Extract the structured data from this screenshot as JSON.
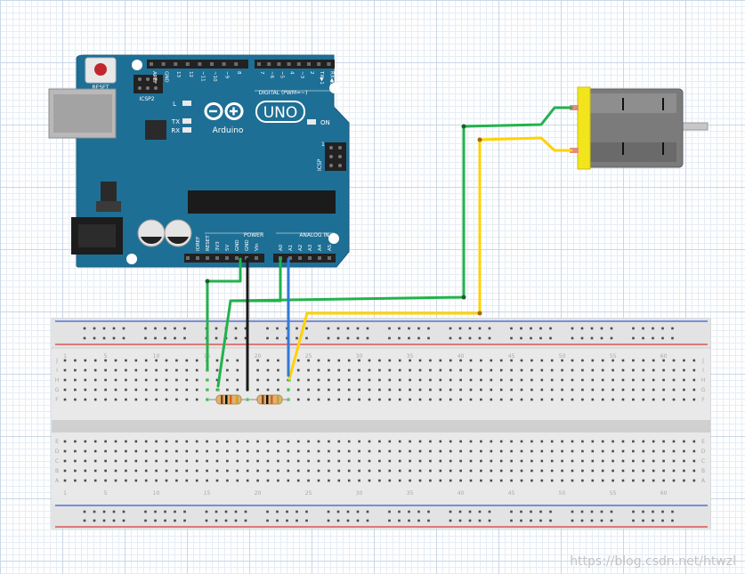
{
  "arduino": {
    "reset_label": "RESET",
    "icsp2_label": "ICSP2",
    "icsp_label": "ICSP",
    "brand_uno": "UNO",
    "brand_name": "Arduino",
    "led_l": "L",
    "led_tx": "TX",
    "led_rx": "RX",
    "led_on": "ON",
    "icsp_pin1": "1",
    "digital_header_label": "DIGITAL (PWM=~)",
    "power_header_label": "POWER",
    "analog_header_label": "ANALOG IN",
    "top_left_pins": [
      "AREF",
      "GND",
      "13",
      "12",
      "~11",
      "~10",
      "~9",
      "8"
    ],
    "top_right_pins": [
      "7",
      "~6",
      "~5",
      "4",
      "~3",
      "2",
      "TX▶1",
      "RX◀0"
    ],
    "power_pins": [
      "IOREF",
      "RESET",
      "3V3",
      "5V",
      "GND",
      "GND",
      "Vin"
    ],
    "analog_pins": [
      "A0",
      "A1",
      "A2",
      "A3",
      "A4",
      "A5"
    ]
  },
  "breadboard": {
    "row_letters_top": [
      "J",
      "I",
      "H",
      "G",
      "F"
    ],
    "row_letters_bottom": [
      "E",
      "D",
      "C",
      "B",
      "A"
    ],
    "column_numbers": [
      "1",
      "5",
      "10",
      "15",
      "20",
      "25",
      "30",
      "35",
      "40",
      "45",
      "50",
      "55",
      "60"
    ]
  },
  "colors": {
    "board": "#1e6f95",
    "wire_green": "#22b24c",
    "wire_yellow": "#ffd200",
    "wire_blue": "#2f7ad8",
    "wire_black": "#1a1a1a",
    "motor_cap": "#f3e51c"
  },
  "watermark": "https://blog.csdn.net/htwzl"
}
